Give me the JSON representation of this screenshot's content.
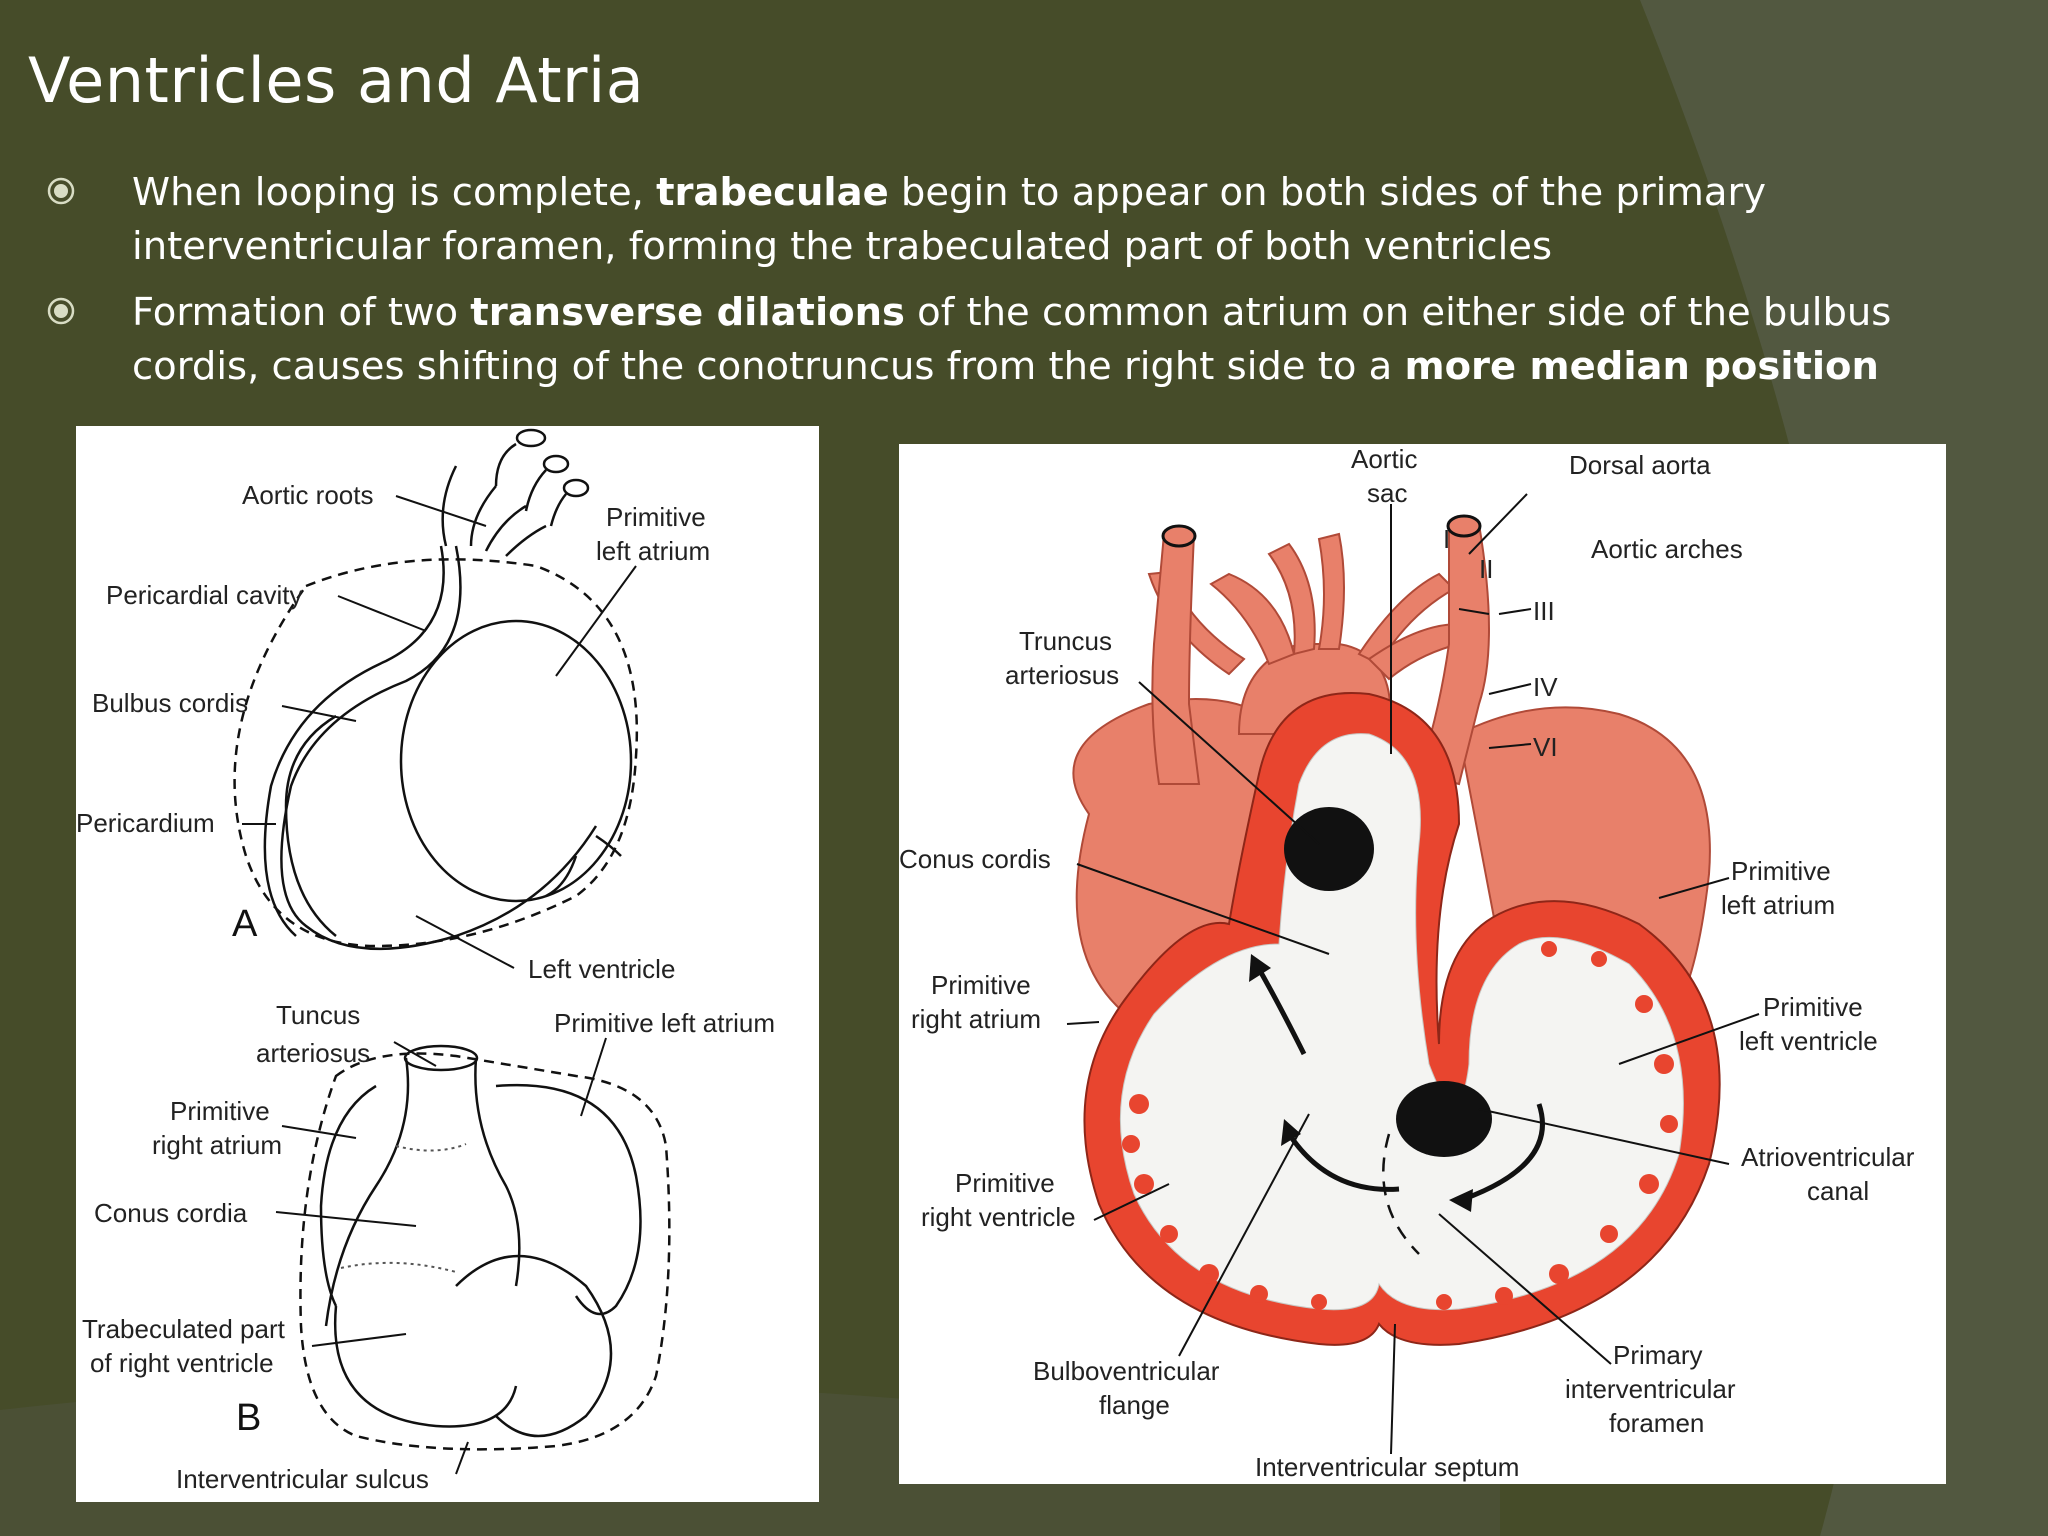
{
  "slide": {
    "title": "Ventricles and Atria",
    "bullets": [
      {
        "parts": [
          {
            "text": "When looping is complete, ",
            "bold": false
          },
          {
            "text": "trabeculae",
            "bold": true
          },
          {
            "text": " begin to appear on both sides of the primary interventricular foramen, forming the trabeculated part of both ventricles",
            "bold": false
          }
        ]
      },
      {
        "parts": [
          {
            "text": "Formation of two ",
            "bold": false
          },
          {
            "text": "transverse dilations",
            "bold": true
          },
          {
            "text": " of the common atrium on either side of the bulbus cordis, causes shifting of the conotruncus from the right side to a ",
            "bold": false
          },
          {
            "text": "more median position",
            "bold": true
          }
        ]
      }
    ]
  },
  "figure_left": {
    "panel_a": {
      "letter": "A",
      "labels": {
        "aortic_roots": "Aortic roots",
        "primitive_left_atrium_1": "Primitive",
        "primitive_left_atrium_2": "left atrium",
        "pericardial_cavity": "Pericardial cavity",
        "bulbus_cordis": "Bulbus cordis",
        "pericardium": "Pericardium",
        "left_ventricle": "Left ventricle"
      }
    },
    "panel_b": {
      "letter": "B",
      "labels": {
        "tuncus_1": "Tuncus",
        "tuncus_2": "arteriosus",
        "primitive_left_atrium": "Primitive left atrium",
        "primitive_right_atrium_1": "Primitive",
        "primitive_right_atrium_2": "right atrium",
        "conus_cordia": "Conus cordia",
        "trabeculated_1": "Trabeculated part",
        "trabeculated_2": "of right ventricle",
        "interventricular_sulcus": "Interventricular sulcus"
      }
    }
  },
  "figure_right": {
    "labels": {
      "aortic_sac_1": "Aortic",
      "aortic_sac_2": "sac",
      "dorsal_aorta": "Dorsal aorta",
      "arch_i": "I",
      "arch_ii": "II",
      "aortic_arches": "Aortic arches",
      "arch_iii": "III",
      "arch_iv": "IV",
      "arch_vi": "VI",
      "truncus_1": "Truncus",
      "truncus_2": "arteriosus",
      "conus_cordis": "Conus cordis",
      "prim_left_atrium_1": "Primitive",
      "prim_left_atrium_2": "left atrium",
      "prim_right_atrium_1": "Primitive",
      "prim_right_atrium_2": "right atrium",
      "prim_left_ventricle_1": "Primitive",
      "prim_left_ventricle_2": "left ventricle",
      "av_canal_1": "Atrioventricular",
      "av_canal_2": "canal",
      "prim_right_ventricle_1": "Primitive",
      "prim_right_ventricle_2": "right ventricle",
      "bulboventricular_1": "Bulboventricular",
      "bulboventricular_2": "flange",
      "primary_foramen_1": "Primary",
      "primary_foramen_2": "interventricular",
      "primary_foramen_3": "foramen",
      "interventricular_septum": "Interventricular septum"
    },
    "colors": {
      "vessel": "#e8806a",
      "wall": "#e8452f",
      "lumen": "#f4f4f2",
      "opening": "#111111"
    }
  },
  "theme": {
    "background": "#464c29",
    "bullet_color": "#d8dcc4",
    "text_color": "#ffffff"
  }
}
